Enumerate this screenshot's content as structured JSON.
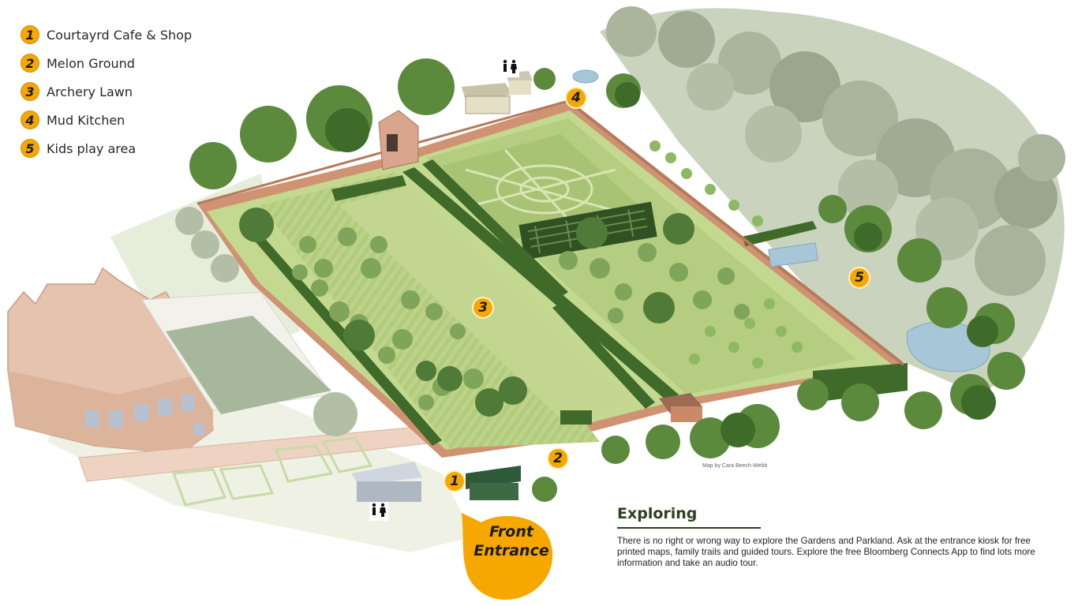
{
  "legend": {
    "items": [
      {
        "number": "1",
        "label": "Courtayrd Cafe & Shop"
      },
      {
        "number": "2",
        "label": "Melon Ground"
      },
      {
        "number": "3",
        "label": "Archery Lawn"
      },
      {
        "number": "4",
        "label": "Mud Kitchen"
      },
      {
        "number": "5",
        "label": "Kids play area"
      }
    ]
  },
  "map_markers": {
    "m1": "1",
    "m2": "2",
    "m3": "3",
    "m4": "4",
    "m5": "5"
  },
  "entrance": {
    "line1": "Front",
    "line2": "Entrance"
  },
  "exploring": {
    "title": "Exploring",
    "text": "There is no right or wrong way to explore the Gardens and Parkland. Ask at the entrance kiosk for free printed maps, family trails and guided tours. Explore the free Bloomberg Connects App to find lots more information and take an audio tour."
  },
  "credit": "Map by Cara Beech-Webb",
  "icons": [
    "toilets-icon",
    "tree-icon",
    "pond-icon",
    "speech-bubble-icon"
  ],
  "colors": {
    "marker": "#f6a800",
    "lawn": "#b9d084",
    "hedge": "#3f6a2a",
    "wall": "#c98a6a",
    "heading": "#2c4121"
  }
}
